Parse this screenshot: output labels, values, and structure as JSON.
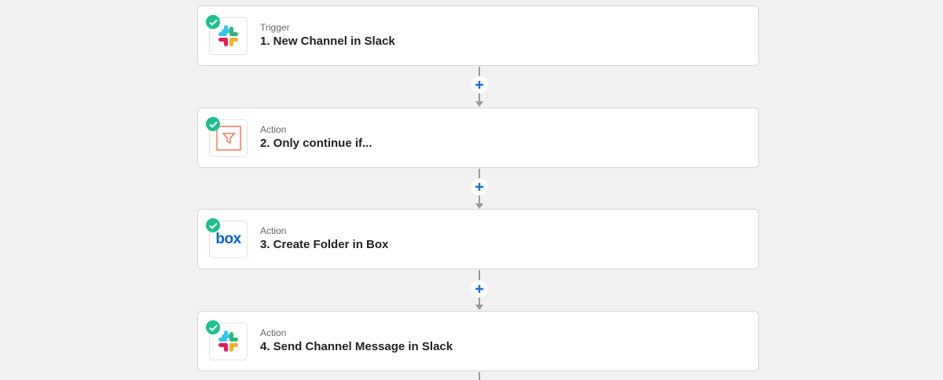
{
  "steps": [
    {
      "type": "Trigger",
      "title": "1. New Channel in Slack",
      "app": "slack",
      "status": "complete"
    },
    {
      "type": "Action",
      "title": "2. Only continue if...",
      "app": "filter",
      "status": "complete"
    },
    {
      "type": "Action",
      "title": "3. Create Folder in Box",
      "app": "box",
      "status": "complete"
    },
    {
      "type": "Action",
      "title": "4. Send Channel Message in Slack",
      "app": "slack",
      "status": "complete"
    }
  ],
  "box_logo_text": "box",
  "colors": {
    "check": "#1fbf8f",
    "plus": "#1a6fe0",
    "filter": "#f05a3a",
    "box": "#0061d5"
  }
}
